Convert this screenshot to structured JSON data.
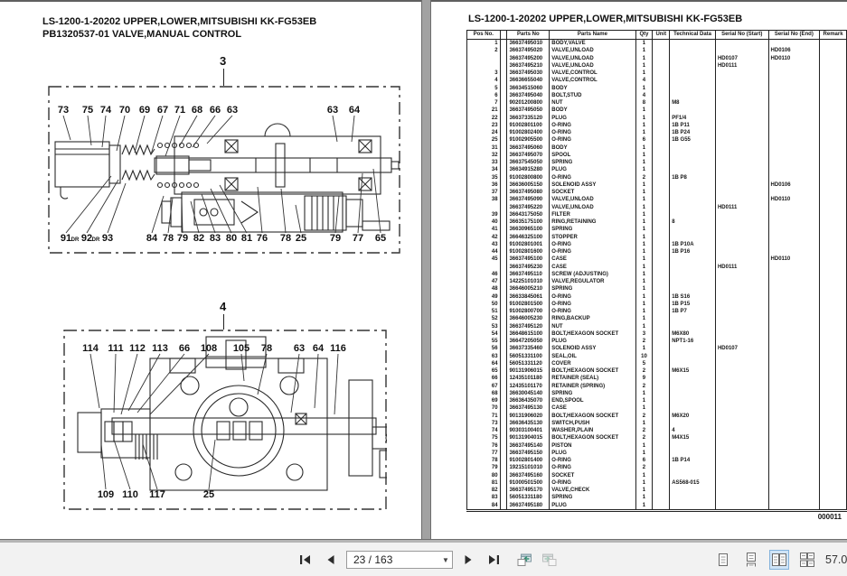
{
  "left_page": {
    "header_line1": "LS-1200-1-20202 UPPER,LOWER,MITSUBISHI KK-FG53EB",
    "header_line2": "PB1320537-01 VALVE,MANUAL CONTROL",
    "figure3": {
      "label": "3",
      "callouts": [
        [
          "73",
          17,
          30,
          25,
          60
        ],
        [
          "75",
          44,
          30,
          48,
          66
        ],
        [
          "74",
          64,
          30,
          60,
          68
        ],
        [
          "70",
          85,
          30,
          76,
          72
        ],
        [
          "69",
          107,
          30,
          96,
          74
        ],
        [
          "67",
          127,
          30,
          114,
          76
        ],
        [
          "71",
          146,
          30,
          130,
          78
        ],
        [
          "68",
          165,
          30,
          146,
          66
        ],
        [
          "66",
          185,
          30,
          160,
          68
        ],
        [
          "63",
          204,
          30,
          176,
          64
        ],
        [
          "63",
          315,
          30,
          320,
          62
        ],
        [
          "64",
          339,
          30,
          336,
          62
        ],
        [
          "91",
          20,
          172,
          70,
          100
        ],
        [
          "DR",
          30,
          172,
          null,
          null,
          1
        ],
        [
          "92",
          43,
          172,
          78,
          104
        ],
        [
          "DR",
          53,
          172,
          null,
          null,
          1
        ],
        [
          "93",
          66,
          172,
          86,
          108
        ],
        [
          "84",
          115,
          172,
          128,
          122
        ],
        [
          "78",
          133,
          172,
          138,
          124
        ],
        [
          "79",
          149,
          172,
          148,
          126
        ],
        [
          "82",
          167,
          172,
          158,
          128
        ],
        [
          "83",
          185,
          172,
          170,
          120
        ],
        [
          "80",
          203,
          172,
          180,
          114
        ],
        [
          "81",
          220,
          172,
          190,
          110
        ],
        [
          "76",
          237,
          172,
          232,
          112
        ],
        [
          "78",
          263,
          172,
          258,
          114
        ],
        [
          "25",
          280,
          172,
          274,
          132
        ],
        [
          "79",
          318,
          172,
          322,
          122
        ],
        [
          "77",
          343,
          172,
          348,
          97
        ],
        [
          "65",
          368,
          172,
          360,
          92
        ]
      ]
    },
    "figure4": {
      "label": "4",
      "callouts": [
        [
          "114",
          30,
          24,
          40,
          87
        ],
        [
          "111",
          58,
          24,
          56,
          92
        ],
        [
          "112",
          82,
          24,
          64,
          94
        ],
        [
          "113",
          107,
          24,
          72,
          90
        ],
        [
          "66",
          134,
          24,
          82,
          92
        ],
        [
          "108",
          161,
          24,
          96,
          94
        ],
        [
          "105",
          197,
          24,
          200,
          57
        ],
        [
          "78",
          225,
          24,
          215,
          72
        ],
        [
          "63",
          261,
          24,
          252,
          92
        ],
        [
          "64",
          282,
          24,
          278,
          87
        ],
        [
          "116",
          304,
          24,
          300,
          94
        ],
        [
          "109",
          47,
          186,
          42,
          127
        ],
        [
          "110",
          74,
          186,
          56,
          122
        ],
        [
          "117",
          104,
          186,
          88,
          127
        ],
        [
          "25",
          161,
          186,
          168,
          122
        ]
      ]
    }
  },
  "right_page": {
    "header": "LS-1200-1-20202 UPPER,LOWER,MITSUBISHI KK-FG53EB",
    "sheet_number": "000011",
    "table": {
      "headers": [
        "Pos No.",
        "",
        "Parts No",
        "Parts Name",
        "Qty",
        "Unit",
        "Technical Data",
        "Serial No (Start)",
        "Serial No (End)",
        "Remark"
      ],
      "rows": [
        [
          "1",
          "36637495010",
          "BODY,VALVE",
          "1",
          "",
          "",
          "",
          "",
          ""
        ],
        [
          "2",
          "36637495020",
          "VALVE,UNLOAD",
          "1",
          "",
          "",
          "",
          "HD0106",
          ""
        ],
        [
          "",
          "36637495200",
          "VALVE,UNLOAD",
          "1",
          "",
          "",
          "HD0107",
          "HD0110",
          ""
        ],
        [
          "",
          "36637495210",
          "VALVE,UNLOAD",
          "1",
          "",
          "",
          "HD0111",
          "",
          ""
        ],
        [
          "3",
          "36637495030",
          "VALVE,CONTROL",
          "1",
          "",
          "",
          "",
          "",
          ""
        ],
        [
          "4",
          "36636655040",
          "VALVE,CONTROL",
          "4",
          "",
          "",
          "",
          "",
          ""
        ],
        [
          "5",
          "36634515060",
          "BODY",
          "1",
          "",
          "",
          "",
          "",
          ""
        ],
        [
          "6",
          "36637495040",
          "BOLT,STUD",
          "4",
          "",
          "",
          "",
          "",
          ""
        ],
        [
          "7",
          "90201200800",
          "NUT",
          "8",
          "",
          "M8",
          "",
          "",
          ""
        ],
        [
          "21",
          "36637495050",
          "BODY",
          "1",
          "",
          "",
          "",
          "",
          ""
        ],
        [
          "22",
          "36637335120",
          "PLUG",
          "1",
          "",
          "PF1/4",
          "",
          "",
          ""
        ],
        [
          "23",
          "91002801100",
          "O-RING",
          "1",
          "",
          "1B P11",
          "",
          "",
          ""
        ],
        [
          "24",
          "91002802400",
          "O-RING",
          "1",
          "",
          "1B P24",
          "",
          "",
          ""
        ],
        [
          "25",
          "91002905500",
          "O-RING",
          "6",
          "",
          "1B G55",
          "",
          "",
          ""
        ],
        [
          "31",
          "36637495060",
          "BODY",
          "1",
          "",
          "",
          "",
          "",
          ""
        ],
        [
          "32",
          "36637495070",
          "SPOOL",
          "1",
          "",
          "",
          "",
          "",
          ""
        ],
        [
          "33",
          "36637545050",
          "SPRING",
          "1",
          "",
          "",
          "",
          "",
          ""
        ],
        [
          "34",
          "36634915280",
          "PLUG",
          "1",
          "",
          "",
          "",
          "",
          ""
        ],
        [
          "35",
          "91002800800",
          "O-RING",
          "2",
          "",
          "1B P8",
          "",
          "",
          ""
        ],
        [
          "36",
          "36636005150",
          "SOLENOID ASSY",
          "1",
          "",
          "",
          "",
          "HD0106",
          ""
        ],
        [
          "37",
          "36637495080",
          "SOCKET",
          "1",
          "",
          "",
          "",
          "",
          ""
        ],
        [
          "38",
          "36637495090",
          "VALVE,UNLOAD",
          "1",
          "",
          "",
          "",
          "HD0110",
          ""
        ],
        [
          "",
          "36637495220",
          "VALVE,UNLOAD",
          "1",
          "",
          "",
          "HD0111",
          "",
          ""
        ],
        [
          "39",
          "36643175050",
          "FILTER",
          "1",
          "",
          "",
          "",
          "",
          ""
        ],
        [
          "40",
          "36635175100",
          "RING,RETAINING",
          "1",
          "",
          "8",
          "",
          "",
          ""
        ],
        [
          "41",
          "36630965100",
          "SPRING",
          "1",
          "",
          "",
          "",
          "",
          ""
        ],
        [
          "42",
          "36646325100",
          "STOPPER",
          "1",
          "",
          "",
          "",
          "",
          ""
        ],
        [
          "43",
          "91002801001",
          "O-RING",
          "1",
          "",
          "1B P10A",
          "",
          "",
          ""
        ],
        [
          "44",
          "91002801600",
          "O-RING",
          "1",
          "",
          "1B P16",
          "",
          "",
          ""
        ],
        [
          "45",
          "36637495100",
          "CASE",
          "1",
          "",
          "",
          "",
          "HD0110",
          ""
        ],
        [
          "",
          "36637495230",
          "CASE",
          "1",
          "",
          "",
          "HD0111",
          "",
          ""
        ],
        [
          "46",
          "36637495110",
          "SCREW (ADJUSTING)",
          "1",
          "",
          "",
          "",
          "",
          ""
        ],
        [
          "47",
          "14225101010",
          "VALVE,REGULATOR",
          "1",
          "",
          "",
          "",
          "",
          ""
        ],
        [
          "48",
          "36646005210",
          "SPRING",
          "1",
          "",
          "",
          "",
          "",
          ""
        ],
        [
          "49",
          "36633845061",
          "O-RING",
          "1",
          "",
          "1B S16",
          "",
          "",
          ""
        ],
        [
          "50",
          "91002801500",
          "O-RING",
          "1",
          "",
          "1B P15",
          "",
          "",
          ""
        ],
        [
          "51",
          "91002800700",
          "O-RING",
          "1",
          "",
          "1B P7",
          "",
          "",
          ""
        ],
        [
          "52",
          "36646005230",
          "RING,BACKUP",
          "1",
          "",
          "",
          "",
          "",
          ""
        ],
        [
          "53",
          "36637495120",
          "NUT",
          "1",
          "",
          "",
          "",
          "",
          ""
        ],
        [
          "54",
          "36648615100",
          "BOLT,HEXAGON SOCKET",
          "3",
          "",
          "M6X80",
          "",
          "",
          ""
        ],
        [
          "55",
          "36647205050",
          "PLUG",
          "2",
          "",
          "NPT1-16",
          "",
          "",
          ""
        ],
        [
          "56",
          "36637335460",
          "SOLENOID ASSY",
          "1",
          "",
          "",
          "HD0107",
          "",
          ""
        ],
        [
          "63",
          "56051331100",
          "SEAL,OIL",
          "10",
          "",
          "",
          "",
          "",
          ""
        ],
        [
          "64",
          "56051331120",
          "COVER",
          "5",
          "",
          "",
          "",
          "",
          ""
        ],
        [
          "65",
          "90131906015",
          "BOLT,HEXAGON SOCKET",
          "2",
          "",
          "M6X15",
          "",
          "",
          ""
        ],
        [
          "66",
          "12435101180",
          "RETAINER (SEAL)",
          "9",
          "",
          "",
          "",
          "",
          ""
        ],
        [
          "67",
          "12435101170",
          "RETAINER (SPRING)",
          "2",
          "",
          "",
          "",
          "",
          ""
        ],
        [
          "68",
          "36630045140",
          "SPRING",
          "1",
          "",
          "",
          "",
          "",
          ""
        ],
        [
          "69",
          "36636435070",
          "END,SPOOL",
          "1",
          "",
          "",
          "",
          "",
          ""
        ],
        [
          "70",
          "36637495130",
          "CASE",
          "1",
          "",
          "",
          "",
          "",
          ""
        ],
        [
          "71",
          "90131906020",
          "BOLT,HEXAGON SOCKET",
          "2",
          "",
          "M6X20",
          "",
          "",
          ""
        ],
        [
          "73",
          "36636435130",
          "SWITCH,PUSH",
          "1",
          "",
          "",
          "",
          "",
          ""
        ],
        [
          "74",
          "90303100401",
          "WASHER,PLAIN",
          "2",
          "",
          "4",
          "",
          "",
          ""
        ],
        [
          "75",
          "90131904015",
          "BOLT,HEXAGON SOCKET",
          "2",
          "",
          "M4X15",
          "",
          "",
          ""
        ],
        [
          "76",
          "36637495140",
          "PISTON",
          "1",
          "",
          "",
          "",
          "",
          ""
        ],
        [
          "77",
          "36637495150",
          "PLUG",
          "1",
          "",
          "",
          "",
          "",
          ""
        ],
        [
          "78",
          "91002801400",
          "O-RING",
          "6",
          "",
          "1B P14",
          "",
          "",
          ""
        ],
        [
          "79",
          "19215101010",
          "O-RING",
          "2",
          "",
          "",
          "",
          "",
          ""
        ],
        [
          "80",
          "36637495160",
          "SOCKET",
          "1",
          "",
          "",
          "",
          "",
          ""
        ],
        [
          "81",
          "91000501500",
          "O-RING",
          "1",
          "",
          "AS568-015",
          "",
          "",
          ""
        ],
        [
          "82",
          "36637495170",
          "VALVE,CHECK",
          "1",
          "",
          "",
          "",
          "",
          ""
        ],
        [
          "83",
          "56051331180",
          "SPRING",
          "1",
          "",
          "",
          "",
          "",
          ""
        ],
        [
          "84",
          "36637495180",
          "PLUG",
          "1",
          "",
          "",
          "",
          "",
          ""
        ]
      ]
    }
  },
  "statusbar": {
    "page_field_value": "23 / 163",
    "zoom_level": "57.0",
    "colors": {
      "selected_layout_bg": "#cfe4f7",
      "selected_layout_border": "#84b3dc",
      "view_arrow_green": "#2e8b6f"
    }
  }
}
